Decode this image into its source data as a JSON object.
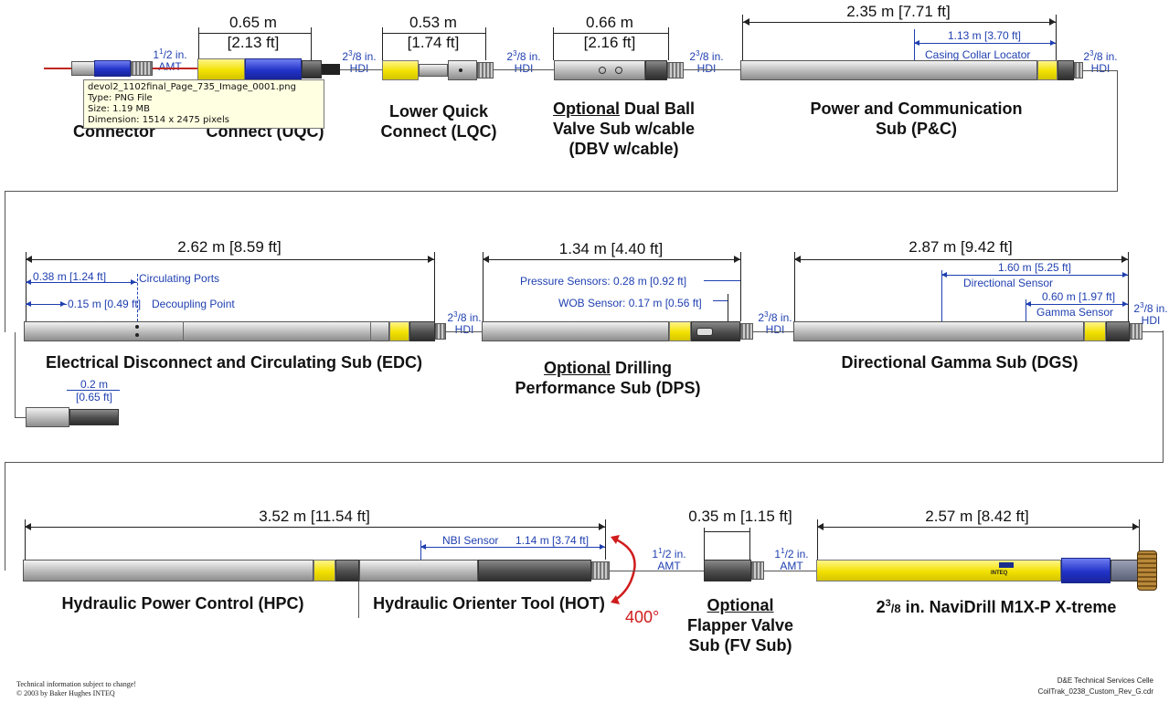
{
  "row1": {
    "uqc": {
      "dim_m": "0.65 m",
      "dim_ft": "[2.13 ft]",
      "title_l1": "ck",
      "title_l2": "Connect (UQC)"
    },
    "connector_title_l2": "Connector",
    "amt1": {
      "l1": "1",
      "sup": "1",
      "frac": "/2 in.",
      "l2": "AMT"
    },
    "hdi1": {
      "l1": "2",
      "sup": "3",
      "frac": "/8 in.",
      "l2": "HDI"
    },
    "lqc": {
      "dim_m": "0.53 m",
      "dim_ft": "[1.74 ft]",
      "title_l1": "Lower Quick",
      "title_l2": "Connect (LQC)"
    },
    "hdi2": {
      "l1": "2",
      "sup": "3",
      "frac": "/8 in.",
      "l2": "HDI"
    },
    "dbv": {
      "dim_m": "0.66 m",
      "dim_ft": "[2.16 ft]",
      "title_opt": "Optional",
      "title_l1": " Dual Ball",
      "title_l2": "Valve Sub w/cable",
      "title_l3": "(DBV w/cable)"
    },
    "hdi3": {
      "l1": "2",
      "sup": "3",
      "frac": "/8 in.",
      "l2": "HDI"
    },
    "pc": {
      "dim": "2.35 m [7.71 ft]",
      "ccl_dim": "1.13 m [3.70 ft]",
      "ccl_label": "Casing Collar Locator",
      "title_l1": "Power and Communication",
      "title_l2": "Sub (P&C)"
    },
    "hdi4": {
      "l1": "2",
      "sup": "3",
      "frac": "/8 in.",
      "l2": "HDI"
    }
  },
  "tooltip": {
    "filename": "devol2_1102final_Page_735_Image_0001.png",
    "type": "Type: PNG File",
    "size": "Size: 1.19 MB",
    "dimension": "Dimension: 1514 x 2475 pixels"
  },
  "row2": {
    "edc": {
      "dim": "2.62 m [8.59 ft]",
      "circ_dim": "0.38 m [1.24 ft]",
      "circ_label": "Circulating Ports",
      "dec_dim": "0.15 m [0.49 ft]",
      "dec_label": "Decoupling Point",
      "title": "Electrical Disconnect and Circulating Sub (EDC)",
      "sub_dim_m": "0.2 m",
      "sub_dim_ft": "[0.65 ft]"
    },
    "hdi5": {
      "l1": "2",
      "sup": "3",
      "frac": "/8 in.",
      "l2": "HDI"
    },
    "dps": {
      "dim": "1.34 m [4.40 ft]",
      "press_label": "Pressure Sensors: 0.28 m [0.92 ft]",
      "wob_label": "WOB Sensor: 0.17 m [0.56 ft]",
      "title_opt": "Optional",
      "title_l1": " Drilling",
      "title_l2": "Performance Sub (DPS)"
    },
    "hdi6": {
      "l1": "2",
      "sup": "3",
      "frac": "/8 in.",
      "l2": "HDI"
    },
    "dgs": {
      "dim": "2.87 m [9.42 ft]",
      "dir_dim": "1.60 m [5.25 ft]",
      "dir_label": "Directional Sensor",
      "gam_dim": "0.60 m [1.97 ft]",
      "gam_label": "Gamma Sensor",
      "title": "Directional Gamma Sub (DGS)"
    },
    "hdi7": {
      "l1": "2",
      "sup": "3",
      "frac": "/8 in.",
      "l2": "HDI"
    }
  },
  "row3": {
    "hpc": {
      "dim": "3.52 m [11.54 ft]",
      "title": "Hydraulic Power Control (HPC)"
    },
    "hot": {
      "nbi_label": "NBI Sensor",
      "nbi_dim": "1.14 m [3.74 ft]",
      "title": "Hydraulic Orienter Tool (HOT)",
      "rotation": "400°"
    },
    "amt2": {
      "l1": "1",
      "sup": "1",
      "frac": "/2 in.",
      "l2": "AMT"
    },
    "fv": {
      "dim": "0.35 m [1.15 ft]",
      "title_opt": "Optional",
      "title_l2": "Flapper Valve",
      "title_l3": "Sub (FV Sub)"
    },
    "amt3": {
      "l1": "1",
      "sup": "1",
      "frac": "/2 in.",
      "l2": "AMT"
    },
    "navi": {
      "dim": "2.57 m [8.42 ft]",
      "title_pre": "2",
      "title_sup": "3",
      "title_frac": "/8",
      "title_rest": " in. NaviDrill M1X-P X-treme",
      "logo": "INTEQ"
    }
  },
  "footer": {
    "left_l1": "Technical information subject to change!",
    "left_l2": "© 2003 by Baker Hughes INTEQ",
    "right_l1": "D&E Technical Services Celle",
    "right_l2": "CoilTrak_0238_Custom_Rev_G.cdr"
  },
  "colors": {
    "tool_yellow": "#f2e100",
    "tool_blue": "#2233c8",
    "dim_blue": "#1f3fb0",
    "rotation_red": "#d01c1c"
  }
}
